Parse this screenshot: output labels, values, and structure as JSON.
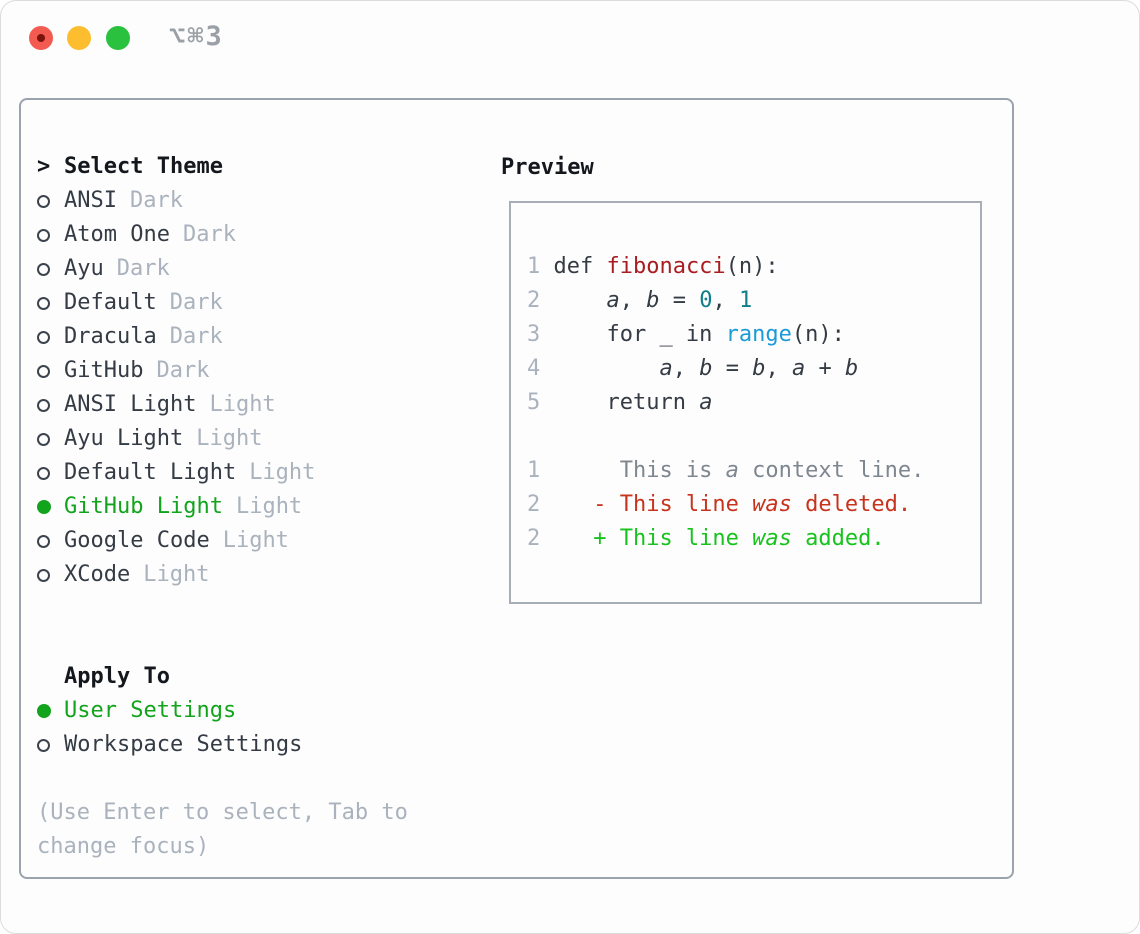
{
  "titlebar": {
    "shortcut": "⌥⌘3",
    "traffic_lights": [
      "close",
      "minimize",
      "zoom"
    ]
  },
  "colors": {
    "ink": "#14181d",
    "text": "#343b44",
    "muted": "#a9b2bd",
    "ctx": "#7e868f",
    "green-sel": "#12a41c",
    "green-add": "#17c31c",
    "red-del": "#c7331d",
    "red-fn": "#a81d22",
    "teal": "#0e7e8a",
    "blue": "#1a9bd8",
    "panel-border": "#9aa3ae",
    "box-border": "#a8aeb8",
    "titlebar-gray": "#9aa0a6",
    "traffic-red": "#f35b51",
    "traffic-red-dot": "#7c120b",
    "traffic-yellow": "#fcbd2e",
    "traffic-green": "#29c13e"
  },
  "theme_list": {
    "header_marker": ">",
    "header": "Select Theme",
    "items": [
      {
        "name": "ANSI",
        "variant": "Dark",
        "selected": false
      },
      {
        "name": "Atom One",
        "variant": "Dark",
        "selected": false
      },
      {
        "name": "Ayu",
        "variant": "Dark",
        "selected": false
      },
      {
        "name": "Default",
        "variant": "Dark",
        "selected": false
      },
      {
        "name": "Dracula",
        "variant": "Dark",
        "selected": false
      },
      {
        "name": "GitHub",
        "variant": "Dark",
        "selected": false
      },
      {
        "name": "ANSI Light",
        "variant": "Light",
        "selected": false
      },
      {
        "name": "Ayu Light",
        "variant": "Light",
        "selected": false
      },
      {
        "name": "Default Light",
        "variant": "Light",
        "selected": false
      },
      {
        "name": "GitHub Light",
        "variant": "Light",
        "selected": true
      },
      {
        "name": "Google Code",
        "variant": "Light",
        "selected": false
      },
      {
        "name": "XCode",
        "variant": "Light",
        "selected": false
      }
    ]
  },
  "apply_to": {
    "header": "Apply To",
    "items": [
      {
        "name": "User Settings",
        "selected": true
      },
      {
        "name": "Workspace Settings",
        "selected": false
      }
    ]
  },
  "help_text": "(Use Enter to select, Tab to change focus)",
  "preview": {
    "header": "Preview",
    "code_lines": [
      {
        "num": "1",
        "segments": [
          {
            "t": "def ",
            "s": "code"
          },
          {
            "t": "fibonacci",
            "s": "fn"
          },
          {
            "t": "(n):",
            "s": "code"
          }
        ]
      },
      {
        "num": "2",
        "segments": [
          {
            "t": "    ",
            "s": "code"
          },
          {
            "t": "a",
            "s": "var"
          },
          {
            "t": ", ",
            "s": "code"
          },
          {
            "t": "b",
            "s": "var"
          },
          {
            "t": " = ",
            "s": "code"
          },
          {
            "t": "0",
            "s": "num"
          },
          {
            "t": ", ",
            "s": "code"
          },
          {
            "t": "1",
            "s": "num"
          }
        ]
      },
      {
        "num": "3",
        "segments": [
          {
            "t": "    for _ in ",
            "s": "code"
          },
          {
            "t": "range",
            "s": "builtin"
          },
          {
            "t": "(n):",
            "s": "code"
          }
        ]
      },
      {
        "num": "4",
        "segments": [
          {
            "t": "        ",
            "s": "code"
          },
          {
            "t": "a",
            "s": "var"
          },
          {
            "t": ", ",
            "s": "code"
          },
          {
            "t": "b",
            "s": "var"
          },
          {
            "t": " = ",
            "s": "code"
          },
          {
            "t": "b",
            "s": "var"
          },
          {
            "t": ", ",
            "s": "code"
          },
          {
            "t": "a",
            "s": "var"
          },
          {
            "t": " + ",
            "s": "code"
          },
          {
            "t": "b",
            "s": "var"
          }
        ]
      },
      {
        "num": "5",
        "segments": [
          {
            "t": "    return ",
            "s": "code"
          },
          {
            "t": "a",
            "s": "var"
          }
        ]
      },
      {
        "num": "",
        "segments": []
      },
      {
        "num": "1",
        "segments": [
          {
            "t": "     This is ",
            "s": "ctx"
          },
          {
            "t": "a",
            "s": "ctx-i"
          },
          {
            "t": " context line.",
            "s": "ctx"
          }
        ]
      },
      {
        "num": "2",
        "segments": [
          {
            "t": "   - This line ",
            "s": "del"
          },
          {
            "t": "was",
            "s": "del-i"
          },
          {
            "t": " deleted.",
            "s": "del"
          }
        ]
      },
      {
        "num": "2",
        "segments": [
          {
            "t": "   + This line ",
            "s": "add"
          },
          {
            "t": "was",
            "s": "add-i"
          },
          {
            "t": " added.",
            "s": "add"
          }
        ]
      }
    ]
  }
}
